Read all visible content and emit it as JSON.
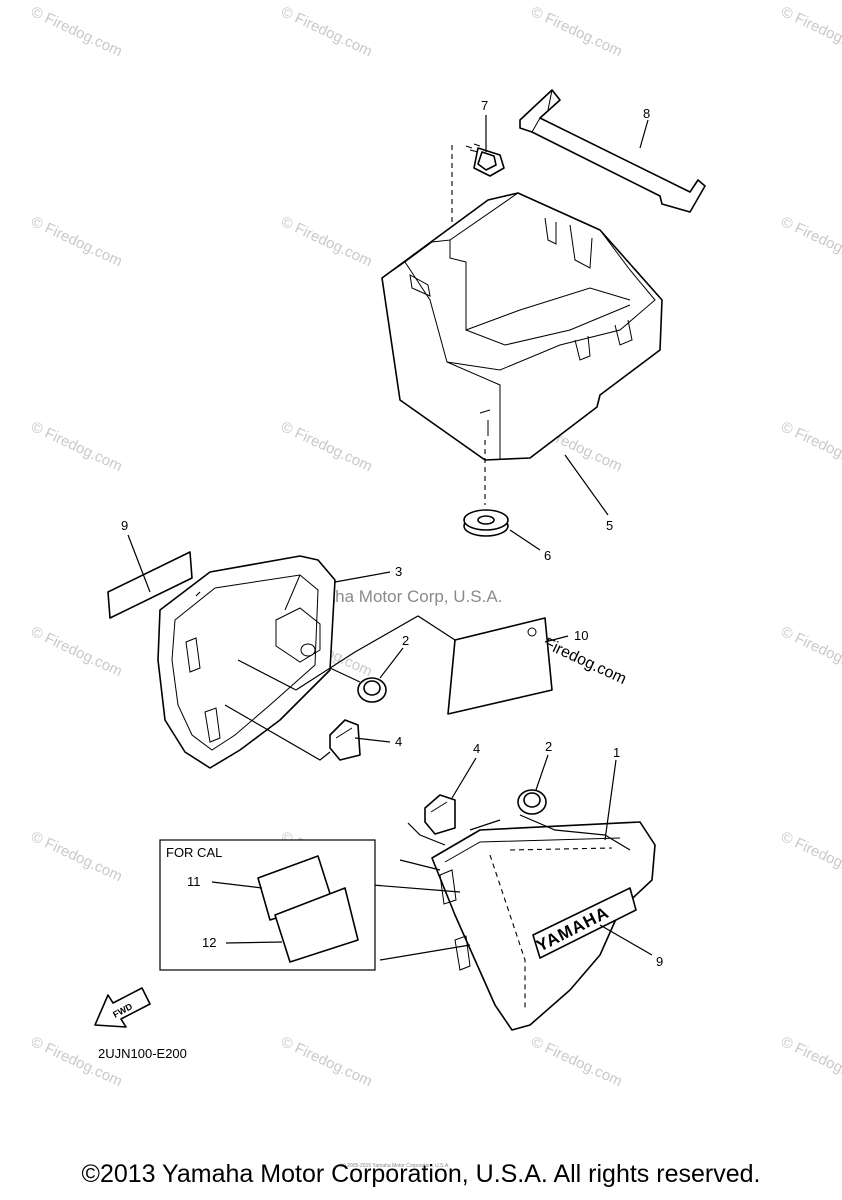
{
  "watermark": {
    "text": "© Firedog.com",
    "center_text": "Yamaha Motor Corp, U.S.A."
  },
  "callouts": {
    "c1": "1",
    "c2a": "2",
    "c2b": "2",
    "c3": "3",
    "c4a": "4",
    "c4b": "4",
    "c5": "5",
    "c6": "6",
    "c7": "7",
    "c8": "8",
    "c9a": "9",
    "c9b": "9",
    "c10": "10",
    "c11": "11",
    "c12": "12"
  },
  "inset_label": "FOR CAL",
  "emblem_text": "YAMAHA",
  "fwd_label": "FWD",
  "diagram_code": "2UJN100-E200",
  "footer": "©2013 Yamaha Motor Corporation, U.S.A. All rights reserved.",
  "footer_fine": "(c) 2005-2015 Yamaha Motor Corporation, U.S.A."
}
